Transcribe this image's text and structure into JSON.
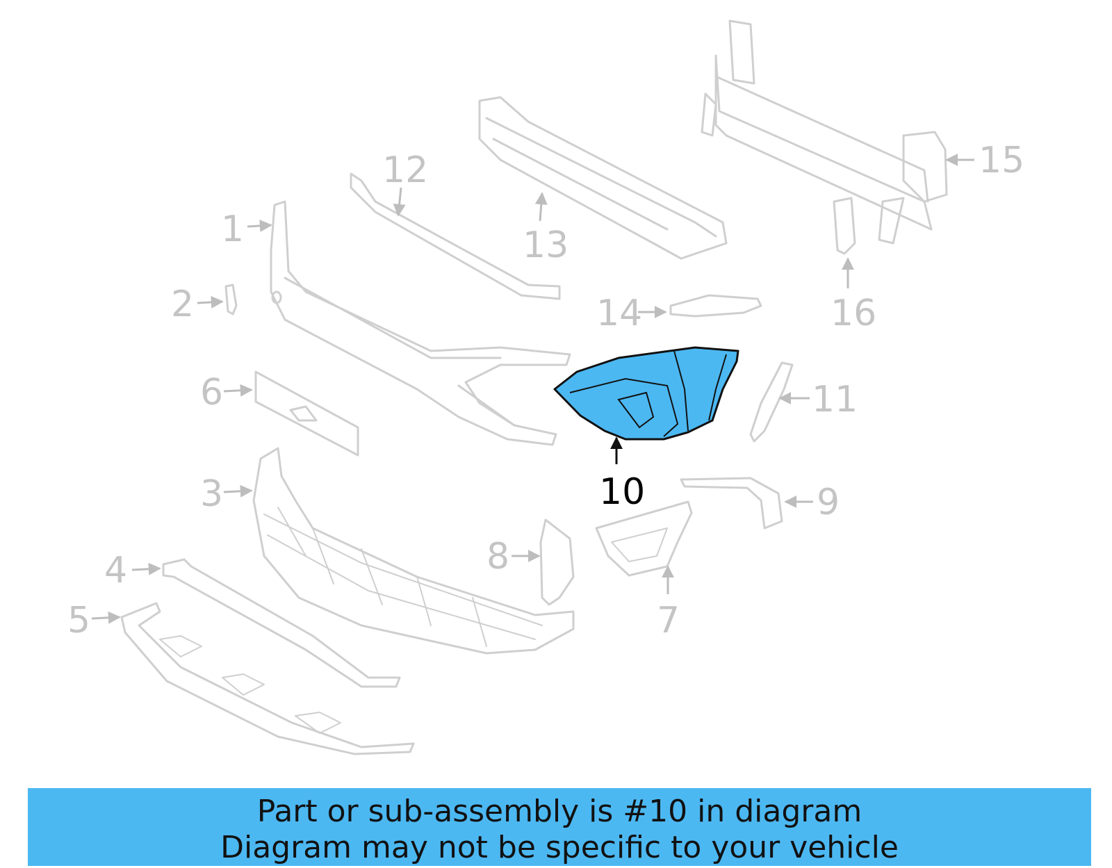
{
  "highlight_color": "#4cb8f2",
  "callouts": [
    {
      "id": "1",
      "label": "1"
    },
    {
      "id": "2",
      "label": "2"
    },
    {
      "id": "3",
      "label": "3"
    },
    {
      "id": "4",
      "label": "4"
    },
    {
      "id": "5",
      "label": "5"
    },
    {
      "id": "6",
      "label": "6"
    },
    {
      "id": "7",
      "label": "7"
    },
    {
      "id": "8",
      "label": "8"
    },
    {
      "id": "9",
      "label": "9"
    },
    {
      "id": "10",
      "label": "10",
      "highlighted": true
    },
    {
      "id": "11",
      "label": "11"
    },
    {
      "id": "12",
      "label": "12"
    },
    {
      "id": "13",
      "label": "13"
    },
    {
      "id": "14",
      "label": "14"
    },
    {
      "id": "15",
      "label": "15"
    },
    {
      "id": "16",
      "label": "16"
    }
  ],
  "banner": {
    "line1": "Part or sub-assembly is #10 in diagram",
    "line2": "Diagram may not be specific to your vehicle"
  }
}
